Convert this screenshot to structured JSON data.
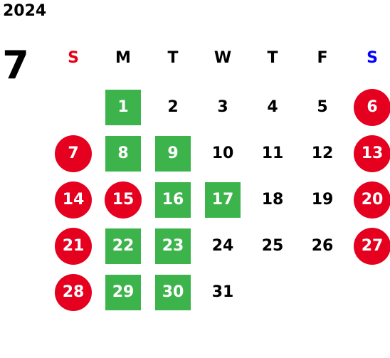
{
  "calendar": {
    "year": "2024",
    "month": "7",
    "weekday_labels": [
      "S",
      "M",
      "T",
      "W",
      "T",
      "F",
      "S"
    ],
    "weekday_colors": [
      "#e60012",
      "#000000",
      "#000000",
      "#000000",
      "#000000",
      "#000000",
      "#0000ff"
    ],
    "colors": {
      "holiday": "#e60020",
      "highlight": "#3cb44b"
    },
    "first_weekday_index": 1,
    "days": [
      {
        "day": "1",
        "style": "highlight"
      },
      {
        "day": "2",
        "style": "plain"
      },
      {
        "day": "3",
        "style": "plain"
      },
      {
        "day": "4",
        "style": "plain"
      },
      {
        "day": "5",
        "style": "plain"
      },
      {
        "day": "6",
        "style": "holiday"
      },
      {
        "day": "7",
        "style": "holiday"
      },
      {
        "day": "8",
        "style": "highlight"
      },
      {
        "day": "9",
        "style": "highlight"
      },
      {
        "day": "10",
        "style": "plain"
      },
      {
        "day": "11",
        "style": "plain"
      },
      {
        "day": "12",
        "style": "plain"
      },
      {
        "day": "13",
        "style": "holiday"
      },
      {
        "day": "14",
        "style": "holiday"
      },
      {
        "day": "15",
        "style": "holiday"
      },
      {
        "day": "16",
        "style": "highlight"
      },
      {
        "day": "17",
        "style": "highlight"
      },
      {
        "day": "18",
        "style": "plain"
      },
      {
        "day": "19",
        "style": "plain"
      },
      {
        "day": "20",
        "style": "holiday"
      },
      {
        "day": "21",
        "style": "holiday"
      },
      {
        "day": "22",
        "style": "highlight"
      },
      {
        "day": "23",
        "style": "highlight"
      },
      {
        "day": "24",
        "style": "plain"
      },
      {
        "day": "25",
        "style": "plain"
      },
      {
        "day": "26",
        "style": "plain"
      },
      {
        "day": "27",
        "style": "holiday"
      },
      {
        "day": "28",
        "style": "holiday"
      },
      {
        "day": "29",
        "style": "highlight"
      },
      {
        "day": "30",
        "style": "highlight"
      },
      {
        "day": "31",
        "style": "plain"
      }
    ]
  }
}
